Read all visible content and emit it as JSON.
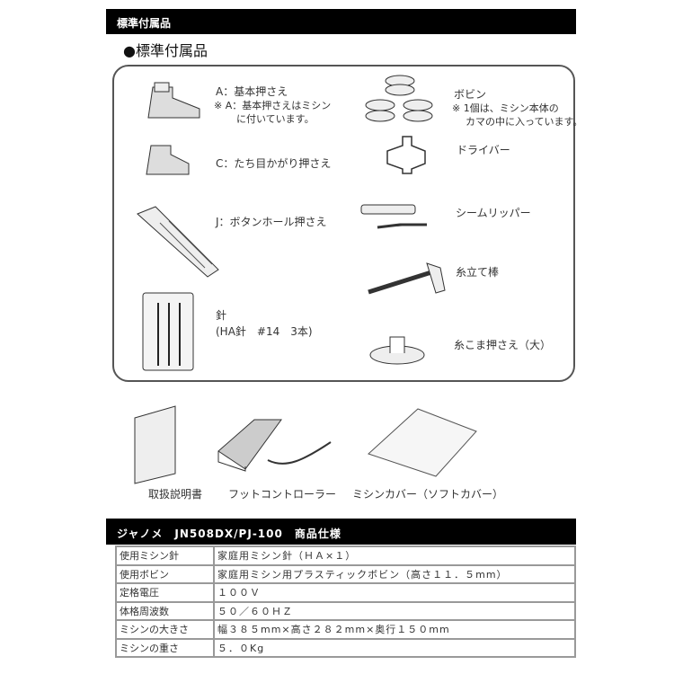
{
  "header": {
    "title": "標準付属品"
  },
  "accessories": {
    "title": "●標準付属品",
    "items": [
      {
        "label": "A：基本押さえ",
        "note": "※ A：基本押さえはミシン",
        "note2": "に付いています。"
      },
      {
        "label": "C：たち目かがり押さえ"
      },
      {
        "label": "J：ボタンホール押さえ"
      },
      {
        "label": "針",
        "note": "(HA針　#14　3本)"
      },
      {
        "label": "ボビン",
        "note": "※ 1個は、ミシン本体の",
        "note2": "カマの中に入っています。"
      },
      {
        "label": "ドライバー"
      },
      {
        "label": "シームリッパー"
      },
      {
        "label": "糸立て棒"
      },
      {
        "label": "糸こま押さえ（大）"
      }
    ],
    "extras": [
      "取扱説明書",
      "フットコントローラー",
      "ミシンカバー（ソフトカバー）"
    ]
  },
  "specs": {
    "title": "ジャノメ　JN508DX/PJ-100　商品仕様",
    "rows": [
      {
        "label": "使用ミシン針",
        "value": "家庭用ミシン針（ＨＡ×１）"
      },
      {
        "label": "使用ボビン",
        "value": "家庭用ミシン用プラスティックボビン（高さ１１．５mm）"
      },
      {
        "label": "定格電圧",
        "value": "１００Ｖ"
      },
      {
        "label": "体格周波数",
        "value": "５０／６０ＨＺ"
      },
      {
        "label": "ミシンの大きさ",
        "value": "幅３８５mm×高さ２８２mm×奥行１５０mm"
      },
      {
        "label": "ミシンの重さ",
        "value": "５．０Kg"
      }
    ]
  }
}
